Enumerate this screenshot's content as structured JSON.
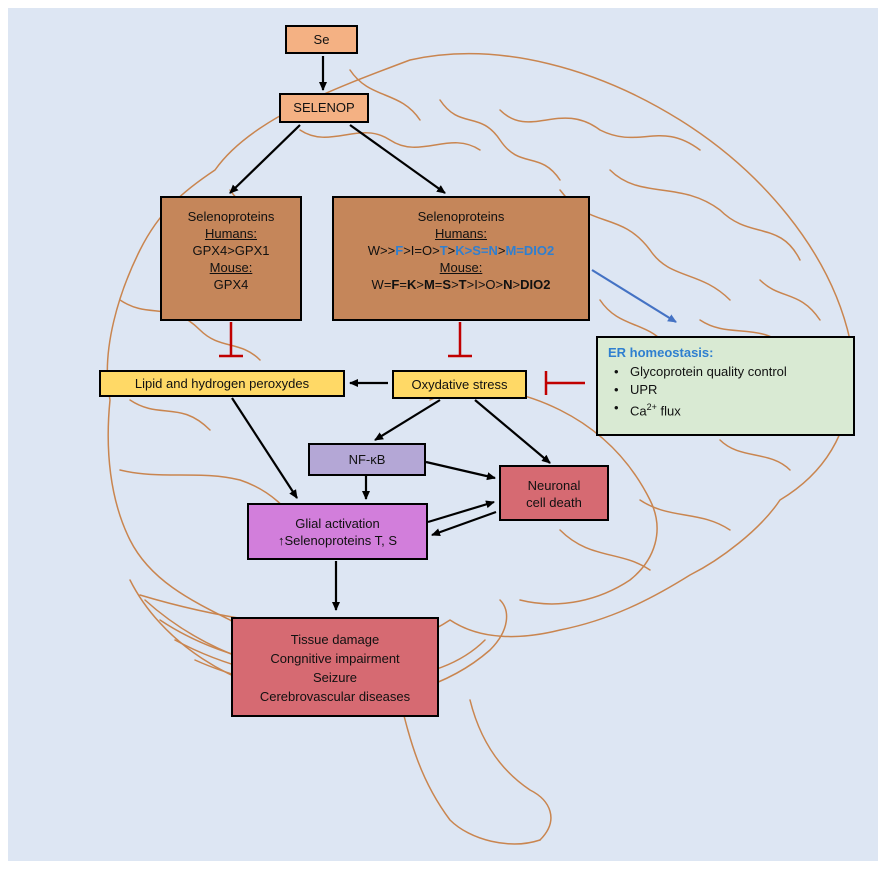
{
  "nodes": {
    "se": "Se",
    "selenop": "SELENOP",
    "left_box": {
      "title": "Selenoproteins",
      "humans_label": "Humans:",
      "humans_value": "GPX4>GPX1",
      "mouse_label": "Mouse:",
      "mouse_value": "GPX4"
    },
    "right_box": {
      "title": "Selenoproteins",
      "humans_label": "Humans:",
      "humans_order": [
        "W>>",
        "F",
        ">I=O>",
        "T",
        ">",
        "K>S=N",
        ">",
        "M=DIO2"
      ],
      "mouse_label": "Mouse:",
      "mouse_order": [
        "W=",
        "F",
        "=",
        "K",
        ">",
        "M",
        "=",
        "S",
        ">",
        "T",
        ">I>O>",
        "N",
        ">",
        "DIO2"
      ]
    },
    "lipid": "Lipid and hydrogen peroxydes",
    "oxidative": "Oxydative stress",
    "er": {
      "title": "ER homeostasis:",
      "items": [
        "Glycoprotein quality control",
        "UPR",
        "Ca",
        "2+",
        " flux"
      ]
    },
    "nfkb": "NF-κB",
    "neuronal": [
      "Neuronal",
      "cell death"
    ],
    "glial": [
      "Glial activation",
      "↑",
      "Selenoproteins T, S"
    ],
    "tissue": [
      "Tissue damage",
      "Congnitive impairment",
      "Seizure",
      "Cerebrovascular diseases"
    ]
  },
  "colors": {
    "background": "#dde6f3",
    "brain_outline": "#c9854f",
    "light_orange": "#f4b183",
    "brown_box": "#c5865a",
    "yellow_box": "#ffd966",
    "green_box": "#d9ead3",
    "purple_box": "#b4a7d6",
    "magenta_box": "#d27edb",
    "red_box": "#d66a72",
    "inhibit_red": "#c00000",
    "blue_arrow": "#4472c4",
    "blue_text": "#2f7fd0"
  }
}
